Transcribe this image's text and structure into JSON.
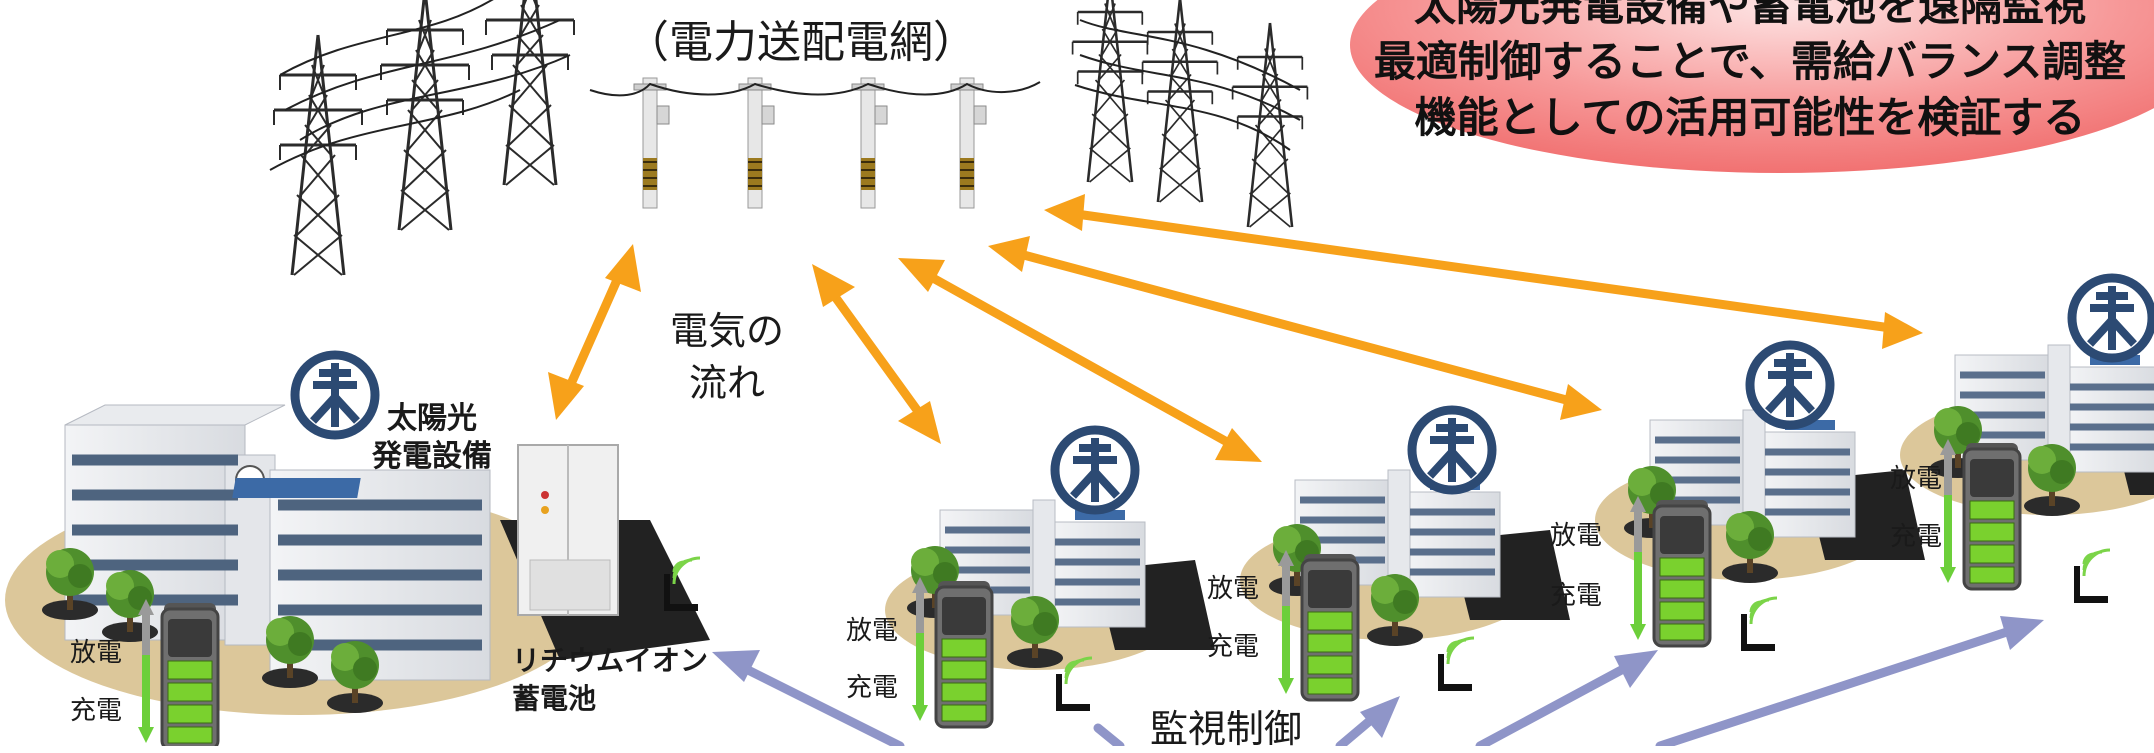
{
  "grid": {
    "label": "（電力送配電網）"
  },
  "flow": {
    "line1": "電気の",
    "line2": "流れ"
  },
  "main_building": {
    "solar_line1": "太陽光",
    "solar_line2": "発電設備",
    "battery_line1": "リチウムイオン",
    "battery_line2": "蓄電池"
  },
  "battery_legend": {
    "discharge": "放電",
    "charge": "充電"
  },
  "monitor": {
    "label": "監視制御"
  },
  "banner": {
    "line1": "太陽光発電設備や蓄電池を遠隔監視",
    "line2": "最適制御することで、需給バランス調整",
    "line3": "機能としての活用可能性を検証する"
  },
  "colors": {
    "power_flow_arrow": "#f7a11a",
    "control_arrow": "#8f95c8",
    "banner_fill": "#f47a7a",
    "battery_green": "#7ad12e",
    "logo_navy": "#2c4a73",
    "ground": "#dcc79a"
  },
  "icons": [
    "transmission-tower-icon",
    "utility-pole-icon",
    "building-icon",
    "battery-icon",
    "wifi-antenna-icon",
    "company-logo-icon",
    "tree-icon",
    "power-conditioner-icon"
  ]
}
